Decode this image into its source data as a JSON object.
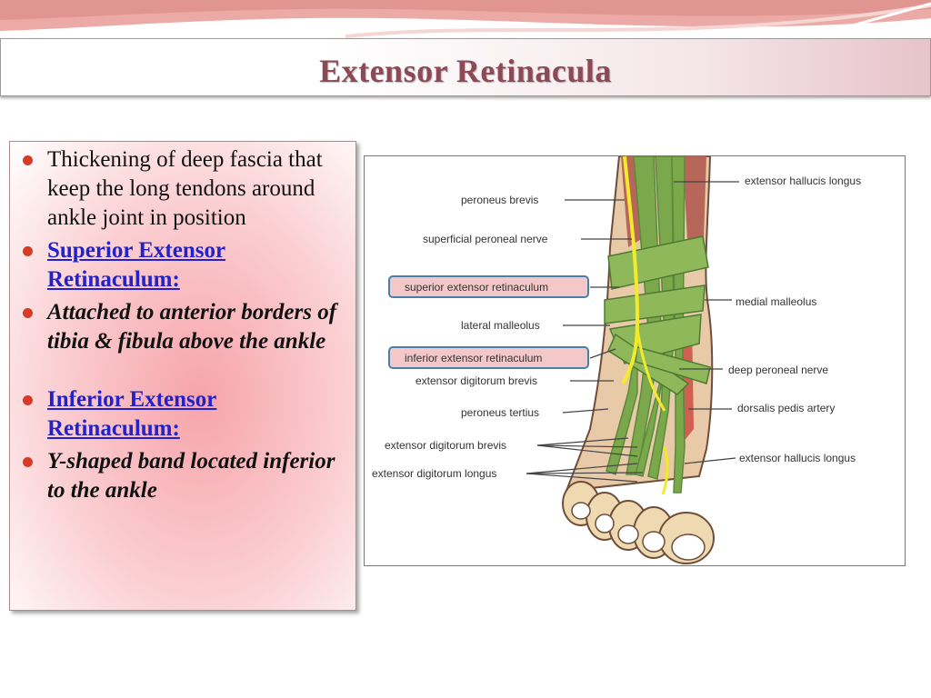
{
  "slide": {
    "title": "Extensor Retinacula",
    "bullets": [
      {
        "text": "Thickening of deep fascia that keep the long tendons around ankle joint in position"
      },
      {
        "text": "Superior Extensor Retinaculum:"
      },
      {
        "text": "Attached to anterior borders of tibia & fibula above the ankle"
      },
      {
        "text": "Inferior Extensor Retinaculum:"
      },
      {
        "text": "Y-shaped band located inferior to the ankle"
      }
    ]
  },
  "figure": {
    "labels": {
      "peroneus_brevis": "peroneus brevis",
      "superficial_peroneal_nerve": "superficial peroneal nerve",
      "superior_extensor_retinaculum": "superior extensor retinaculum",
      "lateral_malleolus": "lateral malleolus",
      "inferior_extensor_retinaculum": "inferior extensor retinaculum",
      "extensor_digitorum_brevis_1": "extensor digitorum brevis",
      "peroneus_tertius": "peroneus tertius",
      "extensor_digitorum_brevis_2": "extensor digitorum brevis",
      "extensor_digitorum_longus": "extensor digitorum longus",
      "extensor_hallucis_longus_top": "extensor hallucis longus",
      "medial_malleolus": "medial malleolus",
      "deep_peroneal_nerve": "deep peroneal nerve",
      "dorsalis_pedis_artery": "dorsalis pedis artery",
      "extensor_hallucis_longus_bottom": "extensor hallucis longus"
    }
  },
  "colors": {
    "title": "#8c4a55",
    "bullet": "#d93a25",
    "link": "#2222c8",
    "tendon_green": "#7aa84a",
    "nerve_yellow": "#f3ea2a",
    "skin": "#eed9b0"
  }
}
